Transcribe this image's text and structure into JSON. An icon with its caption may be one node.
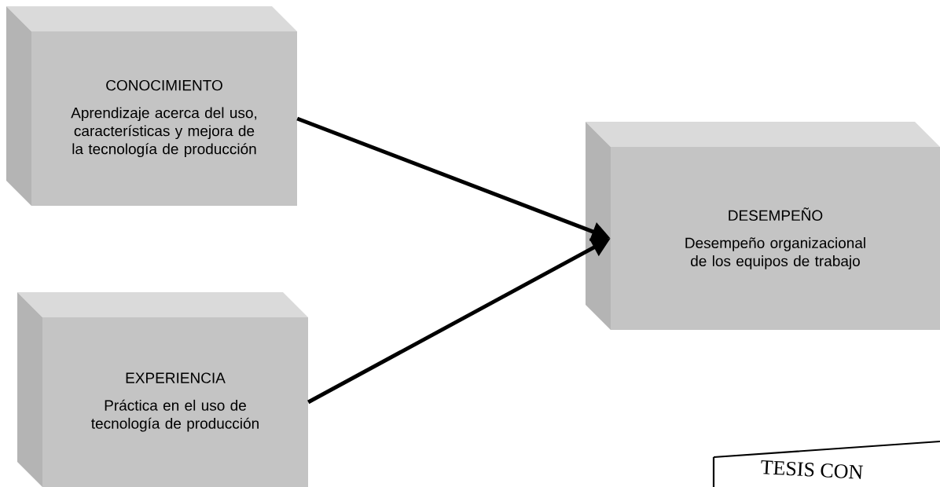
{
  "diagram": {
    "nodes": [
      {
        "text": [
          "CONOCIMIENTO",
          "Aprendizaje acerca del uso, características y mejora de la tecnología de producción"
        ]
      },
      {
        "text": [
          "EXPERIENCIA",
          "Práctica en el uso de tecnología de producción"
        ]
      },
      {
        "text": [
          "DESEMPEÑO",
          "Desempeño organizacional de los equipos de trabajo"
        ]
      },
      {
        "text": [
          "TESIS CON"
        ]
      }
    ],
    "edges": [
      {
        "from": 0,
        "to": 2,
        "arrow": "to"
      },
      {
        "from": 1,
        "to": 2,
        "arrow": "to"
      }
    ]
  }
}
